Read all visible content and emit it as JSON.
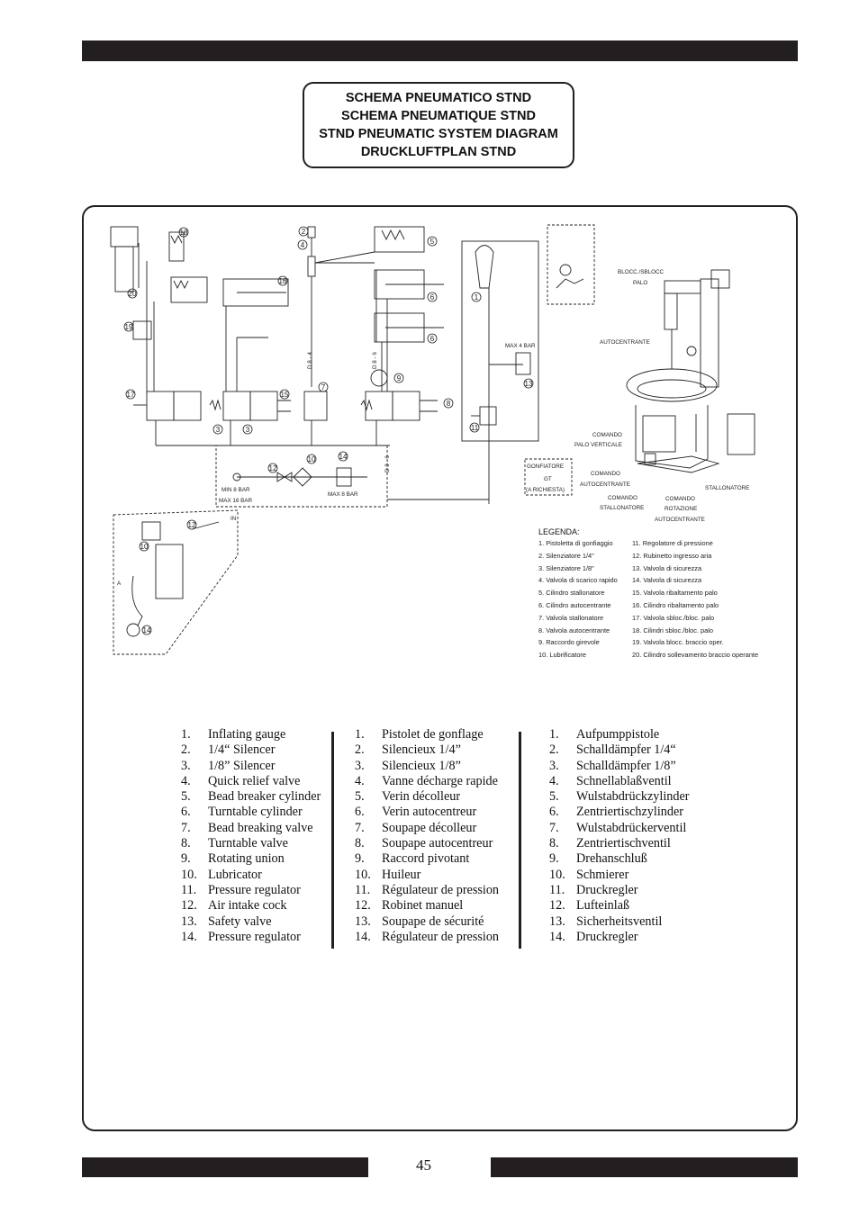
{
  "header": {
    "titles": [
      "SCHEMA PNEUMATICO STND",
      "SCHEMA PNEUMATIQUE STND",
      "STND PNEUMATIC SYSTEM DIAGRAM",
      "DRUCKLUFTPLAN STND"
    ]
  },
  "diagram": {
    "labels": {
      "max4bar": "MAX 4 BAR",
      "min8bar": "MIN 8 BAR",
      "max16bar": "MAX 16 BAR",
      "max8bar": "MAX 8 BAR",
      "gonfiatore": "GONFIATORE",
      "gt": "GT",
      "richiesta": "(A RICHIESTA)",
      "blocc": "BLOCC./SBLOCC",
      "palo": "PALO",
      "autocentrante": "AUTOCENTRANTE",
      "comando1": "COMANDO",
      "palo_verticale": "PALO VERTICALE",
      "comando2": "COMANDO",
      "autocentrante2": "AUTOCENTRANTE",
      "comando3": "COMANDO",
      "stallonatore2": "STALLONATORE",
      "comando4": "COMANDO",
      "rotazione": "ROTAZIONE",
      "autocentrante3": "AUTOCENTRANTE",
      "stallonatore": "STALLONATORE",
      "in": "IN",
      "a": "A",
      "d864a": "D 8 - 4",
      "d866": "D 8 - 6",
      "d866b": "D 8 - 6"
    },
    "callouts": [
      "1",
      "2",
      "3",
      "4",
      "5",
      "6",
      "7",
      "8",
      "9",
      "10",
      "11",
      "12",
      "13",
      "14",
      "15",
      "16",
      "17",
      "18",
      "19",
      "20"
    ]
  },
  "legend": {
    "title": "LEGENDA:",
    "left": [
      "1. Pistoletta di gonfiaggio",
      "2. Silenziatore 1/4\"",
      "3. Silenziatore 1/8\"",
      "4. Valvola di scarico rapido",
      "5. Cilindro stallonatore",
      "6. Cilindro autocentrante",
      "7. Valvola stallonatore",
      "8. Valvola autocentrante",
      "9. Raccordo girevole",
      "10. Lubrificatore"
    ],
    "right": [
      "11. Regolatore di pressione",
      "12. Rubinetto ingresso aria",
      "13. Valvola di sicurezza",
      "14. Valvola di sicurezza",
      "15. Valvola ribaltamento palo",
      "16. Cilindro ribaltamento palo",
      "17. Valvola sbloc./bloc. palo",
      "18. Cilindri sbloc./bloc. palo",
      "19. Valvola blocc. braccio oper.",
      "20. Cilindro sollevamento braccio operante"
    ]
  },
  "lists": {
    "english": [
      {
        "n": "1.",
        "t": "Inflating gauge"
      },
      {
        "n": "2.",
        "t": "1/4“ Silencer"
      },
      {
        "n": "3.",
        "t": "1/8” Silencer"
      },
      {
        "n": "4.",
        "t": "Quick relief valve"
      },
      {
        "n": "5.",
        "t": "Bead breaker cylinder"
      },
      {
        "n": "6.",
        "t": "Turntable cylinder"
      },
      {
        "n": "7.",
        "t": "Bead breaking valve"
      },
      {
        "n": "8.",
        "t": "Turntable valve"
      },
      {
        "n": "9.",
        "t": "Rotating union"
      },
      {
        "n": "10.",
        "t": "Lubricator"
      },
      {
        "n": "11.",
        "t": "Pressure regulator"
      },
      {
        "n": "12.",
        "t": "Air intake cock"
      },
      {
        "n": "13.",
        "t": "Safety valve"
      },
      {
        "n": "14.",
        "t": "Pressure regulator"
      }
    ],
    "french": [
      {
        "n": "1.",
        "t": "Pistolet de gonflage"
      },
      {
        "n": "2.",
        "t": "Silencieux 1/4”"
      },
      {
        "n": "3.",
        "t": "Silencieux 1/8”"
      },
      {
        "n": "4.",
        "t": "Vanne décharge rapide"
      },
      {
        "n": "5.",
        "t": "Verin décolleur"
      },
      {
        "n": "6.",
        "t": "Verin autocentreur"
      },
      {
        "n": "7.",
        "t": "Soupape décolleur"
      },
      {
        "n": "8.",
        "t": "Soupape autocentreur"
      },
      {
        "n": "9.",
        "t": "Raccord pivotant"
      },
      {
        "n": "10.",
        "t": "Huileur"
      },
      {
        "n": "11.",
        "t": "Régulateur de pression"
      },
      {
        "n": "12.",
        "t": "Robinet manuel"
      },
      {
        "n": "13.",
        "t": "Soupape de sécurité"
      },
      {
        "n": "14.",
        "t": "Régulateur de pression"
      }
    ],
    "german": [
      {
        "n": "1.",
        "t": "Aufpumppistole"
      },
      {
        "n": "2.",
        "t": "Schalldämpfer 1/4“"
      },
      {
        "n": "3.",
        "t": "Schalldämpfer 1/8”"
      },
      {
        "n": "4.",
        "t": "Schnellablaßventil"
      },
      {
        "n": "5.",
        "t": "Wulstabdrückzylinder"
      },
      {
        "n": "6.",
        "t": "Zentriertischzylinder"
      },
      {
        "n": "7.",
        "t": "Wulstabdrückerventil"
      },
      {
        "n": "8.",
        "t": "Zentriertischventil"
      },
      {
        "n": "9.",
        "t": "Drehanschluß"
      },
      {
        "n": "10.",
        "t": "Schmierer"
      },
      {
        "n": "11.",
        "t": "Druckregler"
      },
      {
        "n": "12.",
        "t": "Lufteinlaß"
      },
      {
        "n": "13.",
        "t": "Sicherheitsventil"
      },
      {
        "n": "14.",
        "t": "Druckregler"
      }
    ]
  },
  "footer": {
    "page_number": "45"
  }
}
